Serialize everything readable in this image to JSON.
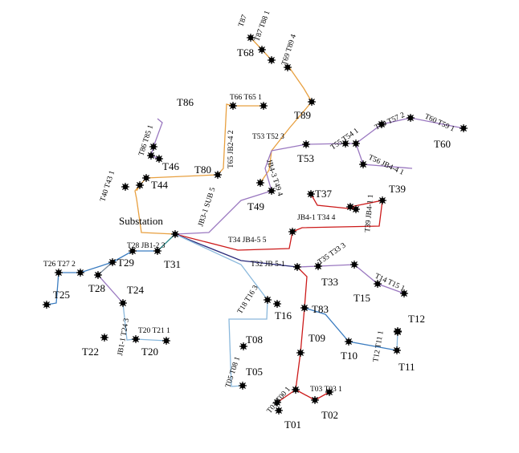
{
  "colors": {
    "orange": "#e8a040",
    "purple": "#9a78c0",
    "red": "#cc1a1a",
    "blue": "#3a7cc0",
    "lightblue": "#8ab8dc",
    "navy": "#2a2a7a",
    "teal": "#2a8a8a",
    "gray": "#7a8a9a",
    "node": "#000000"
  },
  "nodes": [
    {
      "id": "T87a"
    },
    {
      "id": "T87b"
    },
    {
      "id": "T68a"
    },
    {
      "id": "T89a"
    },
    {
      "id": "T89b"
    },
    {
      "id": "T66a"
    },
    {
      "id": "T65a"
    },
    {
      "id": "T86a"
    },
    {
      "id": "T86b"
    },
    {
      "id": "T46a"
    },
    {
      "id": "T80a"
    },
    {
      "id": "T44a"
    },
    {
      "id": "T43a"
    },
    {
      "id": "T40a"
    },
    {
      "id": "T49a"
    },
    {
      "id": "T53a"
    },
    {
      "id": "T53b"
    },
    {
      "id": "T55a"
    },
    {
      "id": "T54a"
    },
    {
      "id": "T59a"
    },
    {
      "id": "T57a"
    },
    {
      "id": "T60a"
    },
    {
      "id": "T56a"
    },
    {
      "id": "T37a"
    },
    {
      "id": "T34a"
    },
    {
      "id": "T39a"
    },
    {
      "id": "T39b"
    },
    {
      "id": "T34c"
    },
    {
      "id": "SUBa"
    },
    {
      "id": "T28c"
    },
    {
      "id": "T31a"
    },
    {
      "id": "T26a"
    },
    {
      "id": "T27a"
    },
    {
      "id": "T29a"
    },
    {
      "id": "T28a"
    },
    {
      "id": "T25a"
    },
    {
      "id": "T32a"
    },
    {
      "id": "T35a"
    },
    {
      "id": "T33a"
    },
    {
      "id": "T14a"
    },
    {
      "id": "T15a"
    },
    {
      "id": "T16a"
    },
    {
      "id": "T18a"
    },
    {
      "id": "T83a"
    },
    {
      "id": "T24a"
    },
    {
      "id": "T08a"
    },
    {
      "id": "T09a"
    },
    {
      "id": "T10a"
    },
    {
      "id": "T11a"
    },
    {
      "id": "T11b"
    },
    {
      "id": "T22a"
    },
    {
      "id": "T20a"
    },
    {
      "id": "T21a"
    },
    {
      "id": "T05a"
    },
    {
      "id": "T00a"
    },
    {
      "id": "T03a"
    },
    {
      "id": "T03b"
    },
    {
      "id": "T01a"
    },
    {
      "id": "T02a"
    },
    {
      "id": "T12a"
    }
  ],
  "labels": [
    {
      "text": "T87"
    },
    {
      "text": "T87 T88 1"
    },
    {
      "text": "T68"
    },
    {
      "text": "T69 T89 4"
    },
    {
      "text": "T89"
    },
    {
      "text": "T66 T65 1"
    },
    {
      "text": "T65 JB2-4 2"
    },
    {
      "text": "T86"
    },
    {
      "text": "T86 T85 1"
    },
    {
      "text": "T46"
    },
    {
      "text": "T80"
    },
    {
      "text": "T44"
    },
    {
      "text": "T40 T43 1"
    },
    {
      "text": "T53 T52 3"
    },
    {
      "text": "T53"
    },
    {
      "text": "JB4-3 T49 4"
    },
    {
      "text": "T49"
    },
    {
      "text": "JB3-1 SUB 5"
    },
    {
      "text": "T55 T54 1"
    },
    {
      "text": "T59 T57 2"
    },
    {
      "text": "T60 T59 1"
    },
    {
      "text": "T60"
    },
    {
      "text": "T56 JB4-4 1"
    },
    {
      "text": "T37"
    },
    {
      "text": "JB4-1 T34 4"
    },
    {
      "text": "T39 JB4-1 1"
    },
    {
      "text": "T39"
    },
    {
      "text": "Substation"
    },
    {
      "text": "T34 JB4-5 5"
    },
    {
      "text": "T28 JB1-2 3"
    },
    {
      "text": "T31"
    },
    {
      "text": "T26 T27 2"
    },
    {
      "text": "T29"
    },
    {
      "text": "T28"
    },
    {
      "text": "T25"
    },
    {
      "text": "T32 JB 5-1"
    },
    {
      "text": "T35 T33 3"
    },
    {
      "text": "T33"
    },
    {
      "text": "T14 T15 1"
    },
    {
      "text": "T15"
    },
    {
      "text": "T24"
    },
    {
      "text": "T18 T16 3"
    },
    {
      "text": "T16"
    },
    {
      "text": "T83"
    },
    {
      "text": "JB1-1 T24 3"
    },
    {
      "text": "T08"
    },
    {
      "text": "T09"
    },
    {
      "text": "T10"
    },
    {
      "text": "T12"
    },
    {
      "text": "T12 T11 1"
    },
    {
      "text": "T11"
    },
    {
      "text": "T20 T21 1"
    },
    {
      "text": "T22"
    },
    {
      "text": "T20"
    },
    {
      "text": "T05 T08 1"
    },
    {
      "text": "T05"
    },
    {
      "text": "T01 T00 1"
    },
    {
      "text": "T03 T03 1"
    },
    {
      "text": "T01"
    },
    {
      "text": "T02"
    }
  ]
}
